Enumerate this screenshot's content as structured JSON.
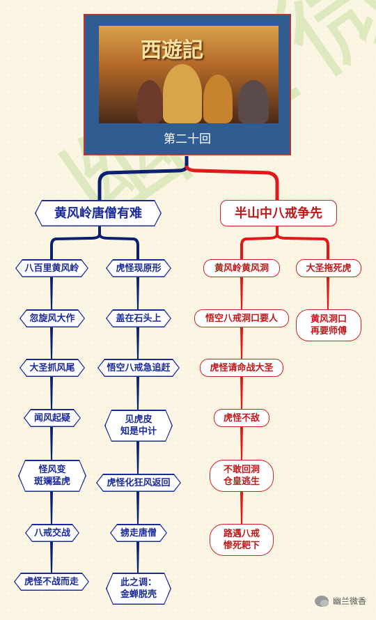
{
  "title": {
    "poster_logo": "西遊記",
    "chapter": "第二十回"
  },
  "branches": [
    {
      "label": "黄风岭唐僧有难",
      "columns": [
        [
          "八百里黄风岭",
          "忽旋风大作",
          "大圣抓风尾",
          "闻风起疑",
          "怪风变\n斑斓猛虎",
          "八戒交战",
          "虎怪不战而走"
        ],
        [
          "虎怪现原形",
          "盖在石头上",
          "悟空八戒急追赶",
          "见虎皮\n知是中计",
          "虎怪化狂风返回",
          "掳走唐僧",
          "此之调：\n金蝉脱壳"
        ]
      ]
    },
    {
      "label": "半山中八戒争先",
      "columns": [
        [
          "黄风岭黄风洞",
          "悟空八戒洞口要人",
          "虎怪请命战大圣",
          "虎怪不敌",
          "不敢回洞\n仓皇逃生",
          "路遇八戒\n惨死耙下"
        ],
        [
          "大圣拖死虎",
          "黄风洞口\n再要师傅"
        ]
      ]
    }
  ],
  "watermark": "幽兰微香",
  "footer": {
    "account": "幽兰微香"
  },
  "colors": {
    "left": "#1a2a9a",
    "right": "#d42020",
    "title_bg": "#2f5d92"
  }
}
